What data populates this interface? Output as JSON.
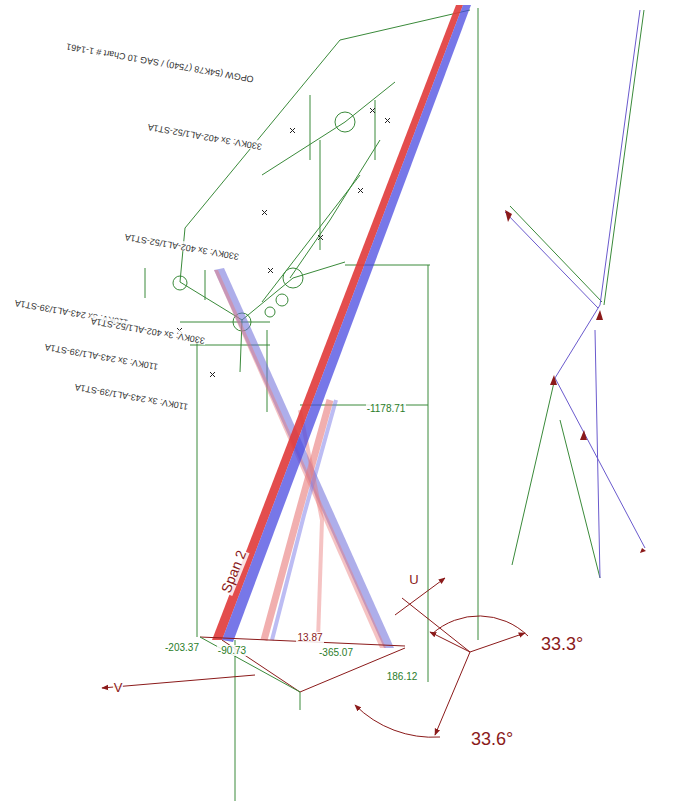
{
  "diagram": {
    "labels": [
      "OPGW (54K78 (7540) / SAG 10 Chart # 1-1461",
      "330KV: 3x 402-AL1/52-ST1A",
      "330KV: 3x 402-AL1/52-ST1A",
      "110KV: 3x 243-AL1/39-ST1A",
      "330KV: 3x 402-AL1/52-ST1A",
      "110KV: 3x 243-AL1/39-ST1A",
      "110KV: 3x 243-AL1/39-ST1A",
      "-1178.71",
      "-203.37",
      "-90.73",
      "13.87",
      "-365.07",
      "186.12",
      "33.3°",
      "33.6°",
      "U",
      "V",
      "Span 2"
    ]
  }
}
